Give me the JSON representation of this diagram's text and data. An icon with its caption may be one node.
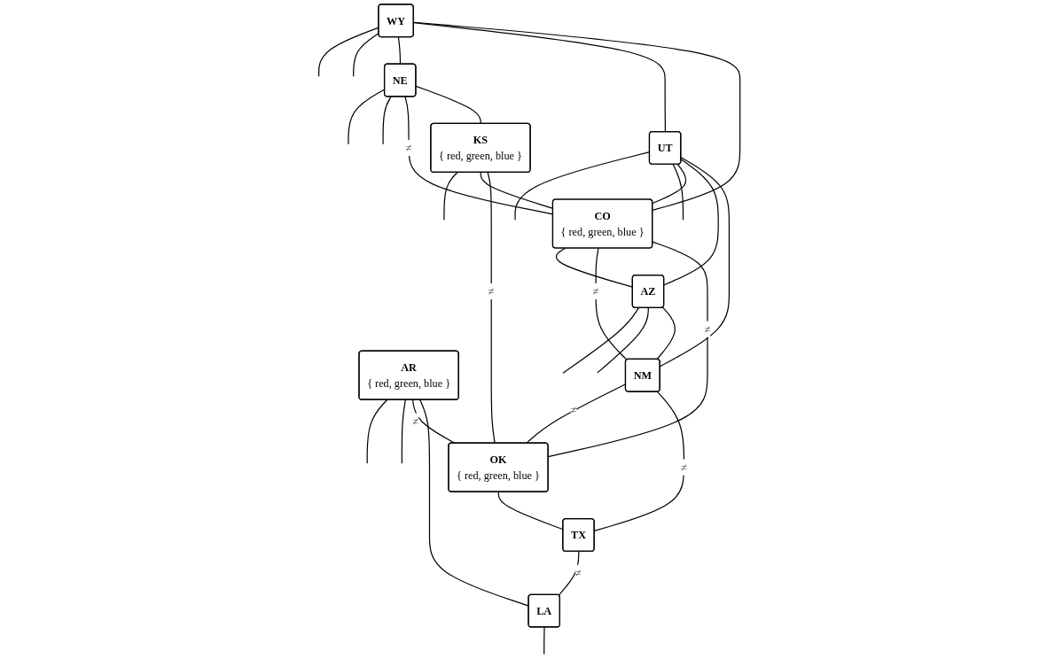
{
  "diagram": {
    "nodes": [
      {
        "text": [
          "NE"
        ]
      },
      {
        "text": [
          "WY"
        ]
      },
      {
        "text": [
          "KS",
          "{ red, green, blue }"
        ]
      },
      {
        "text": [
          "CO",
          "{ red, green, blue }"
        ]
      },
      {
        "text": [
          "UT"
        ]
      },
      {
        "text": [
          "AR",
          "{ red, green, blue }"
        ]
      },
      {
        "text": [
          "OK",
          "{ red, green, blue }"
        ]
      },
      {
        "text": [
          "AZ"
        ]
      },
      {
        "text": [
          "NM"
        ]
      },
      {
        "text": [
          "LA"
        ]
      },
      {
        "text": [
          "TX"
        ]
      }
    ],
    "edges": [
      {
        "from": 0,
        "to": null,
        "arrow": "none"
      },
      {
        "from": 0,
        "to": null,
        "arrow": "none"
      },
      {
        "from": 1,
        "to": null,
        "arrow": "none"
      },
      {
        "from": 1,
        "to": null,
        "arrow": "none"
      },
      {
        "from": 1,
        "to": 0,
        "arrow": "none"
      },
      {
        "from": 0,
        "to": 3,
        "arrow": "none",
        "label": "≠"
      },
      {
        "from": 0,
        "to": 2,
        "arrow": "none"
      },
      {
        "from": 2,
        "to": null,
        "arrow": "none"
      },
      {
        "from": 1,
        "to": 4,
        "arrow": "none"
      },
      {
        "from": 1,
        "to": 3,
        "arrow": "none"
      },
      {
        "from": 2,
        "to": 3,
        "arrow": "none"
      },
      {
        "from": 2,
        "to": 6,
        "arrow": "none",
        "label": "≠"
      },
      {
        "from": 4,
        "to": null,
        "arrow": "none"
      },
      {
        "from": 4,
        "to": null,
        "arrow": "none"
      },
      {
        "from": 4,
        "to": 3,
        "arrow": "none"
      },
      {
        "from": 4,
        "to": 7,
        "arrow": "none"
      },
      {
        "from": 4,
        "to": 8,
        "arrow": "none"
      },
      {
        "from": 5,
        "to": null,
        "arrow": "none"
      },
      {
        "from": 5,
        "to": null,
        "arrow": "none"
      },
      {
        "from": 3,
        "to": 7,
        "arrow": "none"
      },
      {
        "from": 3,
        "to": 8,
        "arrow": "none",
        "label": "≠"
      },
      {
        "from": 3,
        "to": 6,
        "arrow": "none",
        "label": "≠"
      },
      {
        "from": 5,
        "to": 6,
        "arrow": "none",
        "label": "≠"
      },
      {
        "from": 5,
        "to": 9,
        "arrow": "none"
      },
      {
        "from": 7,
        "to": null,
        "arrow": "none"
      },
      {
        "from": 7,
        "to": null,
        "arrow": "none"
      },
      {
        "from": 7,
        "to": 8,
        "arrow": "none"
      },
      {
        "from": 8,
        "to": 6,
        "arrow": "none",
        "label": "≠"
      },
      {
        "from": 8,
        "to": 10,
        "arrow": "none",
        "label": "≠"
      },
      {
        "from": 6,
        "to": 10,
        "arrow": "none"
      },
      {
        "from": 9,
        "to": null,
        "arrow": "none"
      },
      {
        "from": 10,
        "to": 9,
        "arrow": "none",
        "label": "≠"
      }
    ]
  }
}
